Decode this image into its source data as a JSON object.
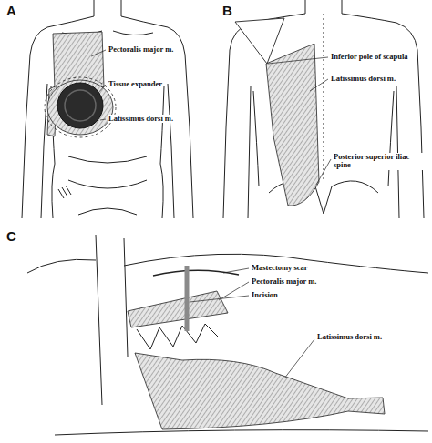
{
  "diagram": {
    "labels": [
      "A",
      "Pectoralis major m.",
      "Tissue expander",
      "Latissimus dorsi m.",
      "B",
      "Inferior pole of scapula",
      "Latissimus dorsi m.",
      "Posterior superior iliac spine",
      "C",
      "Mastectomy scar",
      "Pectoralis major m.",
      "Incision",
      "Latissimus dorsi m."
    ]
  }
}
